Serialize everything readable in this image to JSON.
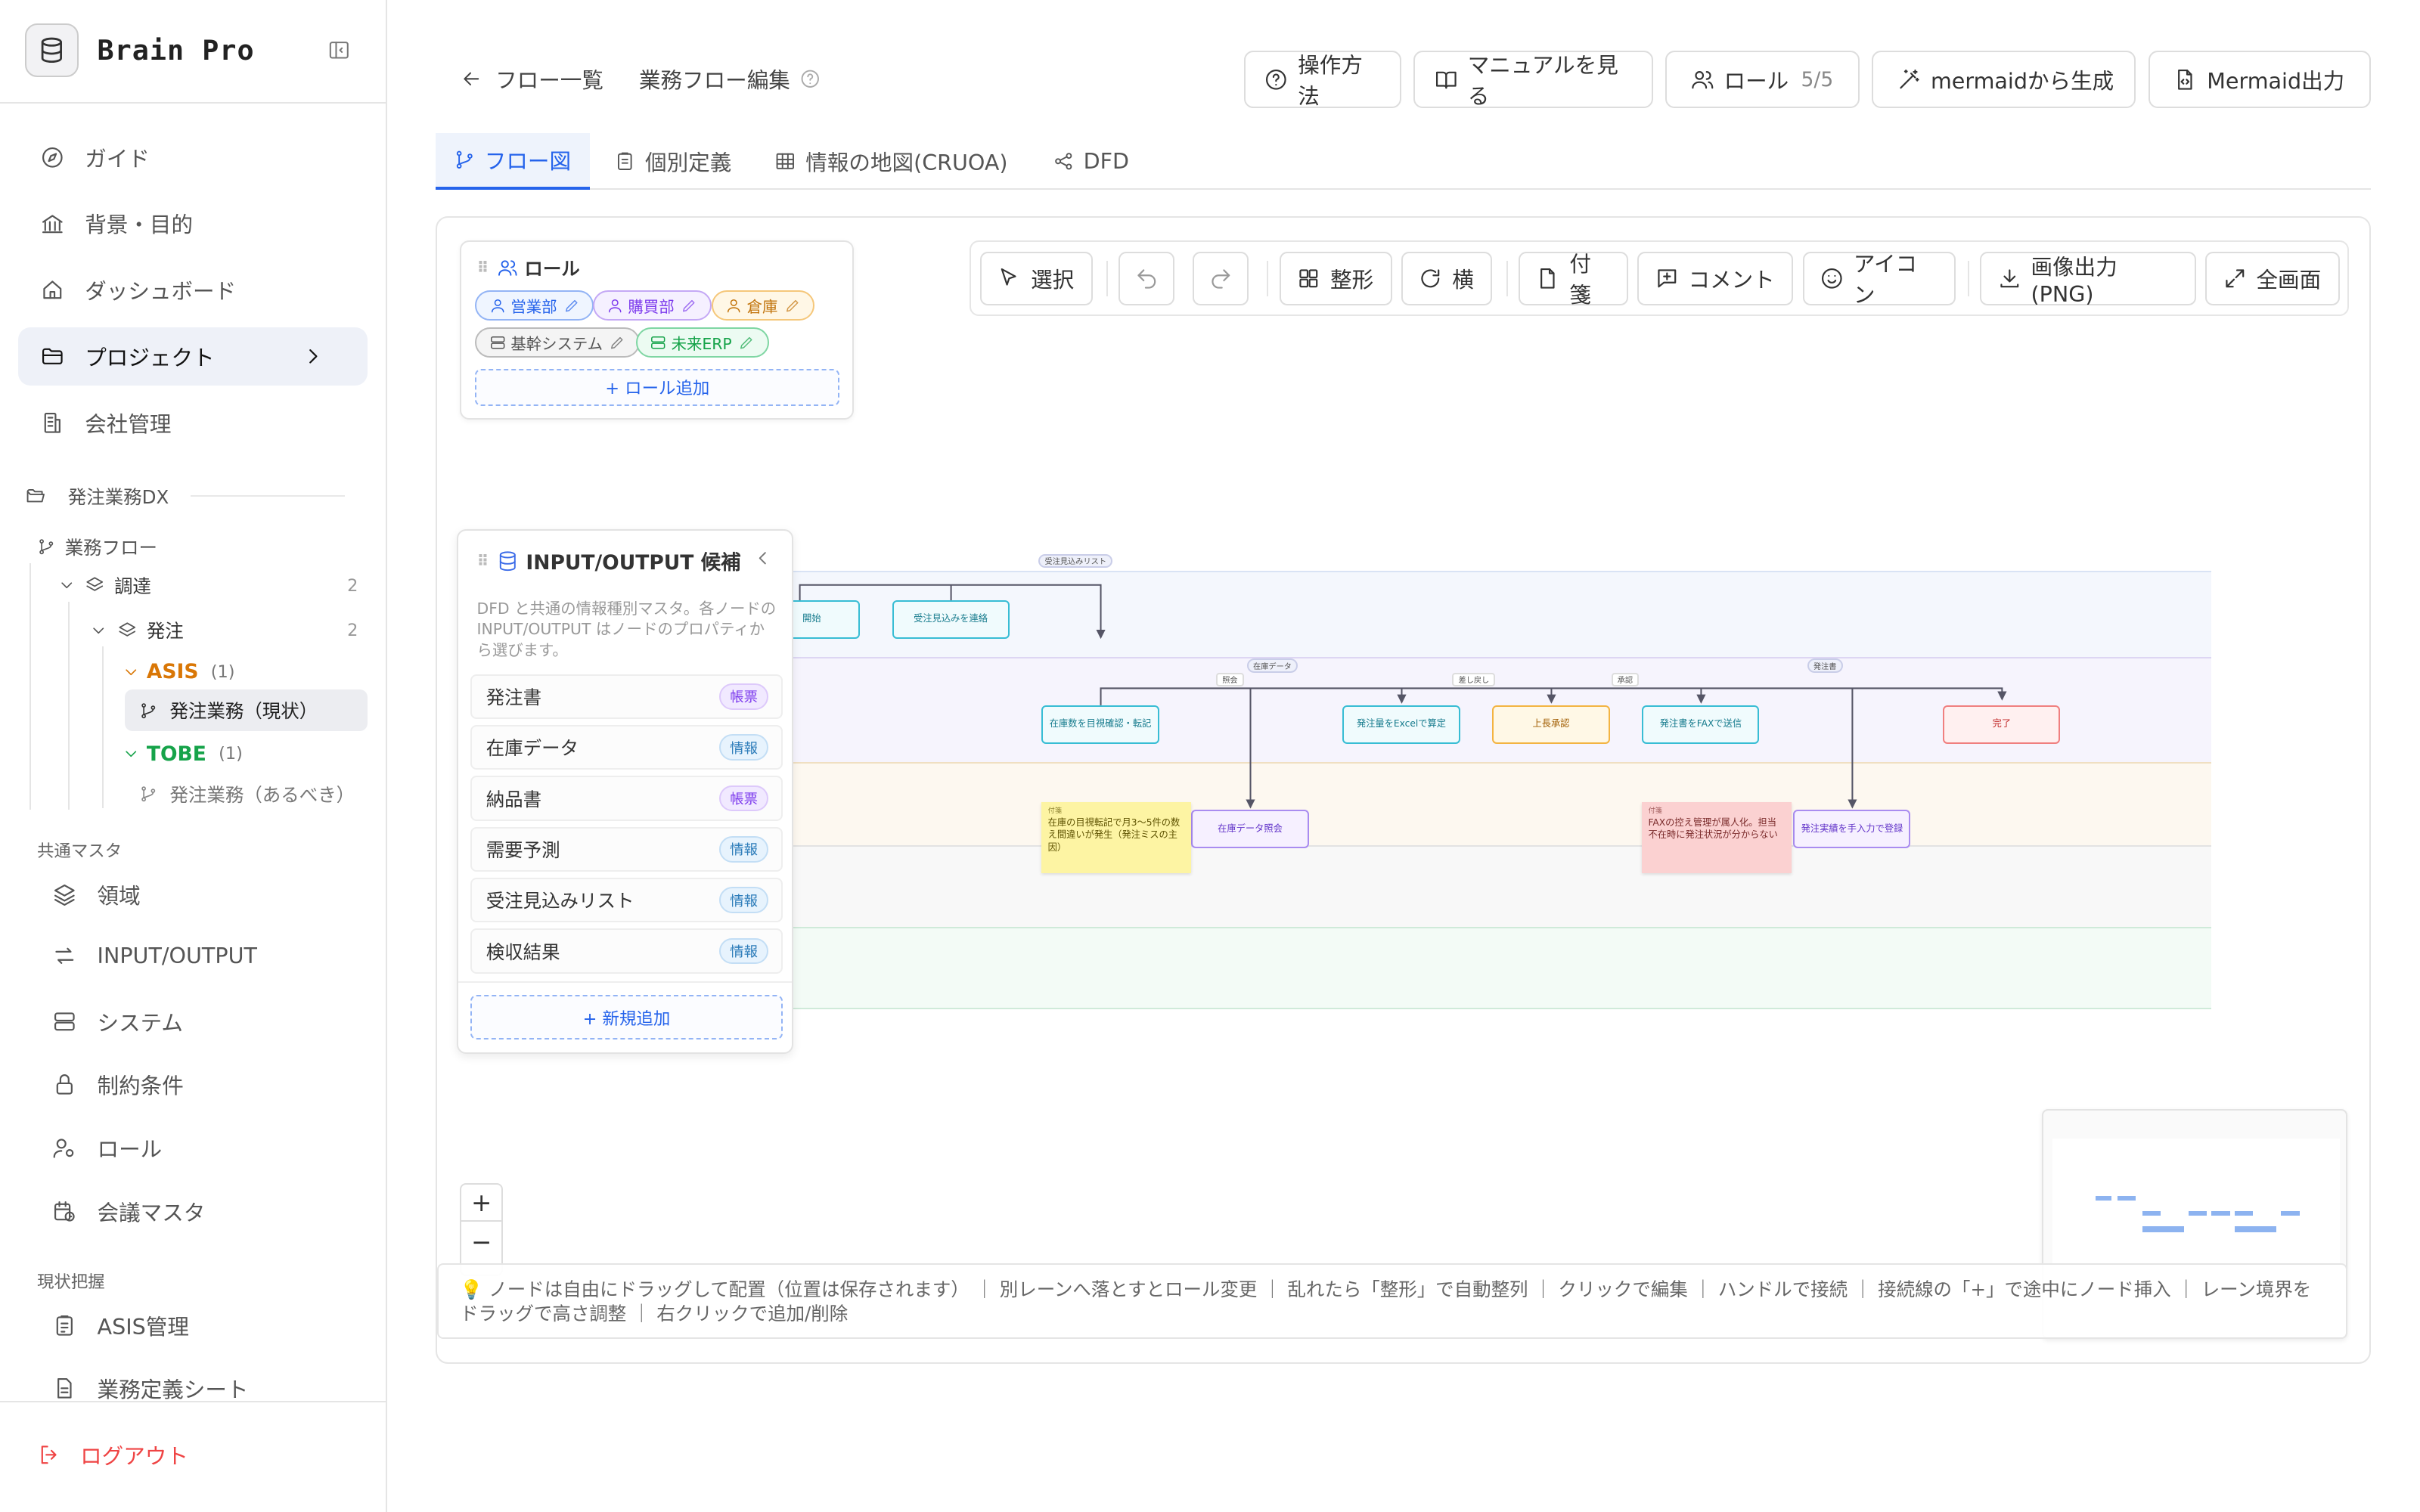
{
  "app": {
    "name": "Brain Pro"
  },
  "sidebar": {
    "nav": [
      {
        "label": "ガイド",
        "icon": "compass-icon"
      },
      {
        "label": "背景・目的",
        "icon": "bank-icon"
      },
      {
        "label": "ダッシュボード",
        "icon": "home-icon"
      },
      {
        "label": "プロジェクト",
        "icon": "folder-icon"
      },
      {
        "label": "会社管理",
        "icon": "building-icon"
      }
    ],
    "project": {
      "name": "発注業務DX",
      "flow_label": "業務フロー",
      "tree": {
        "group": "調達",
        "group_count": "2",
        "sub": "発注",
        "sub_count": "2",
        "asis": "ASIS",
        "asis_count": "(1)",
        "asis_item": "発注業務（現状）",
        "tobe": "TOBE",
        "tobe_count": "(1)",
        "tobe_item": "発注業務（あるべき）"
      }
    },
    "master_title": "共通マスタ",
    "masters": [
      {
        "label": "領域",
        "icon": "layers-icon"
      },
      {
        "label": "INPUT/OUTPUT",
        "icon": "arrows-swap-icon"
      },
      {
        "label": "システム",
        "icon": "server-icon"
      },
      {
        "label": "制約条件",
        "icon": "lock-icon"
      },
      {
        "label": "ロール",
        "icon": "user-gear-icon"
      },
      {
        "label": "会議マスタ",
        "icon": "calendar-clock-icon"
      }
    ],
    "current_title": "現状把握",
    "current": [
      {
        "label": "ASIS管理",
        "icon": "clipboard-icon"
      },
      {
        "label": "業務定義シート",
        "icon": "sheet-icon"
      }
    ],
    "logout": "ログアウト"
  },
  "header": {
    "back": "フロー一覧",
    "title": "業務フロー編集",
    "buttons": {
      "howto": "操作方法",
      "manual": "マニュアルを見る",
      "role": "ロール",
      "role_count": "5/5",
      "from_mermaid": "mermaidから生成",
      "to_mermaid": "Mermaid出力"
    }
  },
  "tabs": [
    "フロー図",
    "個別定義",
    "情報の地図(CRUOA)",
    "DFD"
  ],
  "toolbar": {
    "select": "選択",
    "arrange": "整形",
    "horizontal": "横",
    "sticky": "付箋",
    "comment": "コメント",
    "icon": "アイコン",
    "export_png": "画像出力(PNG)",
    "fullscreen": "全画面"
  },
  "role_panel": {
    "title": "ロール",
    "roles": [
      {
        "label": "営業部",
        "color": "#2563eb"
      },
      {
        "label": "購買部",
        "color": "#7c3aed"
      },
      {
        "label": "倉庫",
        "color": "#c2740c"
      },
      {
        "label": "基幹システム",
        "color": "#555555"
      },
      {
        "label": "未来ERP",
        "color": "#16a34a"
      }
    ],
    "add": "+ ロール追加"
  },
  "flow": {
    "nodes": {
      "start": "開始",
      "notify": "受注見込みを連絡",
      "check_stock": "在庫数を目視確認・転記",
      "calc_excel": "発注量をExcelで算定",
      "approve": "上長承認",
      "fax": "発注書をFAXで送信",
      "done": "完了",
      "stock_query": "在庫データ照会",
      "manual_entry": "発注実績を手入力で登録"
    },
    "stickies": [
      {
        "label": "付箋",
        "text": "在庫の目視転記で月3〜5件の数え間違いが発生（発注ミスの主因）"
      },
      {
        "label": "付箋",
        "text": "FAXの控え管理が属人化。担当不在時に発注状況が分からない"
      }
    ],
    "edge_labels": {
      "list": "受注見込みリスト",
      "ref": "照会",
      "stock_data": "在庫データ",
      "reject": "差し戻し",
      "approve": "承認",
      "order_form": "発注書"
    }
  },
  "io_panel": {
    "title": "INPUT/OUTPUT 候補",
    "desc": "DFD と共通の情報種別マスタ。各ノードの INPUT/OUTPUT はノードのプロパティから選びます。",
    "items": [
      {
        "label": "発注書",
        "badge": "帳票"
      },
      {
        "label": "在庫データ",
        "badge": "情報"
      },
      {
        "label": "納品書",
        "badge": "帳票"
      },
      {
        "label": "需要予測",
        "badge": "情報"
      },
      {
        "label": "受注見込みリスト",
        "badge": "情報"
      },
      {
        "label": "検収結果",
        "badge": "情報"
      }
    ],
    "add": "+ 新規追加"
  },
  "zoom": {
    "plus": "+",
    "minus": "−"
  },
  "hint": "💡 ノードは自由にドラッグして配置（位置は保存されます） ｜ 別レーンへ落とすとロール変更 ｜ 乱れたら「整形」で自動整列 ｜ クリックで編集 ｜ ハンドルで接続 ｜ 接続線の「+」で途中にノード挿入 ｜ レーン境界をドラッグで高さ調整 ｜ 右クリックで追加/削除"
}
